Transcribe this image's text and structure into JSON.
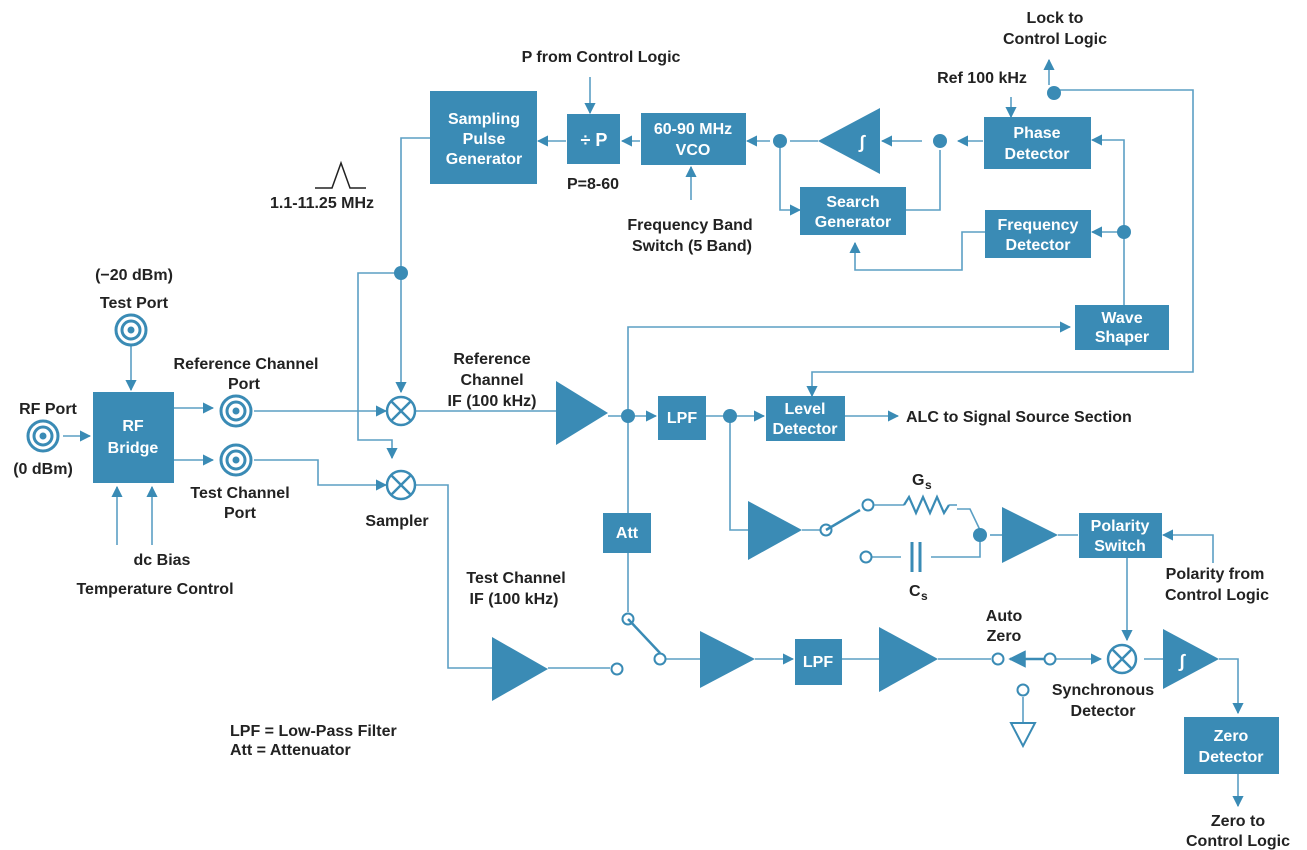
{
  "labels": {
    "lock": [
      "Lock to",
      "Control Logic"
    ],
    "ref_100k": "Ref 100 kHz",
    "p_from": "P from Control Logic",
    "p_range": "P=8-60",
    "pulse_freq": "1.1-11.25 MHz",
    "band_switch": [
      "Frequency Band",
      "Switch (5 Band)"
    ],
    "minus20": "(−20 dBm)",
    "test_port": "Test Port",
    "ref_ch_port": [
      "Reference Channel",
      "Port"
    ],
    "ref_ch_if": [
      "Reference",
      "Channel",
      "IF (100 kHz)"
    ],
    "rf_port": "RF Port",
    "zero_dbm": "(0 dBm)",
    "test_ch_port": [
      "Test Channel",
      "Port"
    ],
    "sampler": "Sampler",
    "dc_bias": "dc Bias",
    "temp_control": "Temperature Control",
    "alc": "ALC to Signal Source Section",
    "gs": "G",
    "gs_sub": "s",
    "cs": "C",
    "cs_sub": "s",
    "polarity_from": [
      "Polarity from",
      "Control Logic"
    ],
    "test_ch_if": [
      "Test Channel",
      "IF (100 kHz)"
    ],
    "auto_zero": [
      "Auto",
      "Zero"
    ],
    "sync_det": [
      "Synchronous",
      "Detector"
    ],
    "zero_to": [
      "Zero to",
      "Control Logic"
    ],
    "legend_lpf": "LPF = Low-Pass Filter",
    "legend_att": "Att = Attenuator"
  },
  "blocks": {
    "sampling_pulse": [
      "Sampling",
      "Pulse",
      "Generator"
    ],
    "div_p": "÷ P",
    "vco": [
      "60-90 MHz",
      "VCO"
    ],
    "phase_det": [
      "Phase",
      "Detector"
    ],
    "search_gen": [
      "Search",
      "Generator"
    ],
    "freq_det": [
      "Frequency",
      "Detector"
    ],
    "wave_shaper": [
      "Wave",
      "Shaper"
    ],
    "rf_bridge": [
      "RF",
      "Bridge"
    ],
    "lpf_1": "LPF",
    "level_det": [
      "Level",
      "Detector"
    ],
    "att": "Att",
    "polarity_sw": [
      "Polarity",
      "Switch"
    ],
    "lpf_2": "LPF",
    "zero_det": [
      "Zero",
      "Detector"
    ],
    "integrator_symbol": "∫"
  },
  "colors": {
    "block": "#3a8bb5",
    "wire": "#5b9fc4",
    "text": "#222222"
  }
}
